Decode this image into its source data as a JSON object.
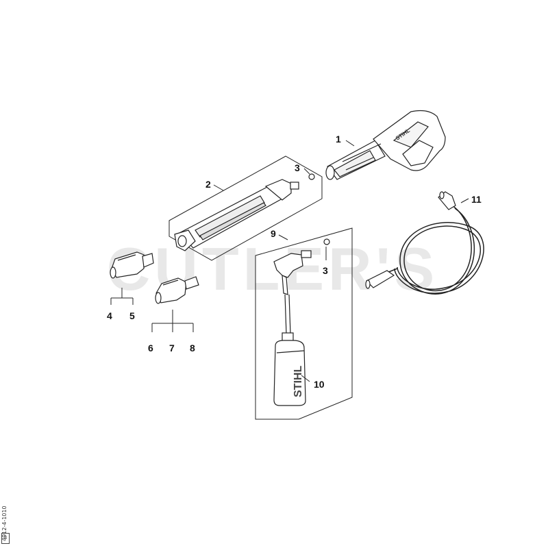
{
  "watermark": "CUTLER'S",
  "callouts": [
    "1",
    "2",
    "3",
    "3",
    "4",
    "5",
    "6",
    "7",
    "8",
    "9",
    "10",
    "11"
  ],
  "bottle_brand": "STIHL",
  "gun_brand": "STIHL",
  "side_code": "4912-4-1010",
  "side_box": "B"
}
